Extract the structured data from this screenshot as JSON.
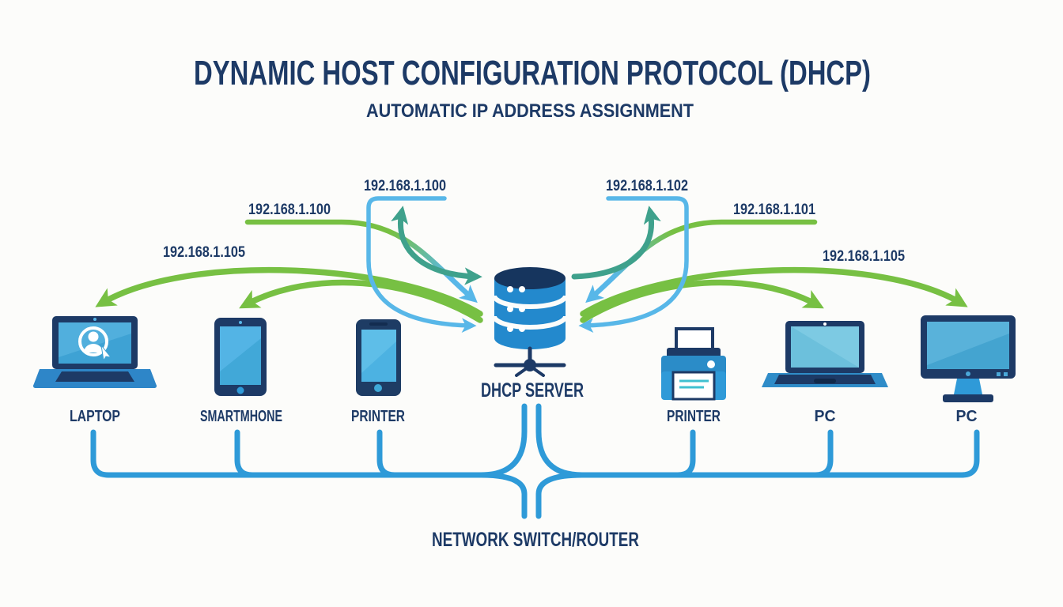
{
  "title": "DYNAMIC HOST CONFIGURATION PROTOCOL (DHCP)",
  "subtitle": "AUTOMATIC IP ADDRESS ASSIGNMENT",
  "server": {
    "label": "DHCP SERVER",
    "icon": "database-icon"
  },
  "router": {
    "label": "NETWORK SWITCH/ROUTER"
  },
  "devices": [
    {
      "id": "laptop",
      "label": "LAPTOP",
      "icon": "laptop-icon"
    },
    {
      "id": "smartphone",
      "label": "SMARTMHONE",
      "icon": "tablet-icon"
    },
    {
      "id": "phone",
      "label": "PRINTER",
      "icon": "smartphone-icon"
    },
    {
      "id": "printer",
      "label": "PRINTER",
      "icon": "printer-icon"
    },
    {
      "id": "pc-laptop",
      "label": "PC",
      "icon": "laptop-icon"
    },
    {
      "id": "pc-monitor",
      "label": "PC",
      "icon": "monitor-icon"
    }
  ],
  "ip_assignments": [
    {
      "value": "192.168.1.100",
      "position": "top-left"
    },
    {
      "value": "192.168.1.100",
      "position": "mid-left"
    },
    {
      "value": "192.168.1.105",
      "position": "outer-left"
    },
    {
      "value": "192.168.1.102",
      "position": "top-right"
    },
    {
      "value": "192.168.1.101",
      "position": "mid-right"
    },
    {
      "value": "192.168.1.105",
      "position": "outer-right"
    }
  ],
  "colors": {
    "navy_text": "#1d3a66",
    "assignment_green": "#77c043",
    "request_light_blue": "#58b7e8",
    "ack_teal": "#3fa18c",
    "bus_blue": "#2e9ad8",
    "server_body_blue": "#2389cd",
    "server_top_navy": "#16355e",
    "background": "#fcfcfa"
  }
}
